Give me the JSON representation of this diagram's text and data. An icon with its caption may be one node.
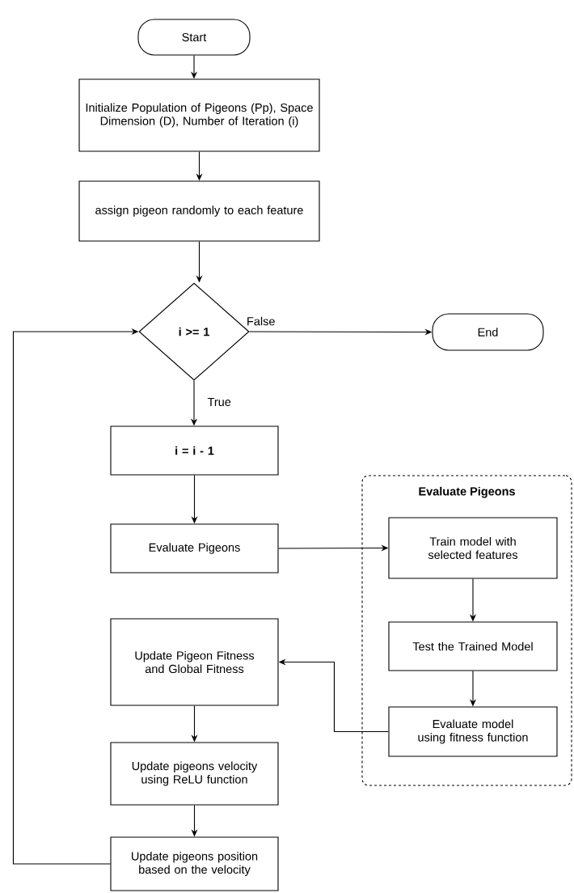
{
  "diagram": {
    "nodes": [
      {
        "text": [
          "Start"
        ]
      },
      {
        "text": [
          "Initialize Population of Pigeons (Pp), Space Dimension (D), Number of Iteration (i)"
        ]
      },
      {
        "text": [
          "assign pigeon randomly to each feature"
        ]
      },
      {
        "text": [
          "i >= 1"
        ]
      },
      {
        "text": [
          "End"
        ]
      },
      {
        "text": [
          "i = i - 1"
        ]
      },
      {
        "text": [
          "Evaluate Pigeons"
        ]
      },
      {
        "text": [
          "Evaluate Pigeons"
        ]
      },
      {
        "text": [
          "Train model with selected features"
        ],
        "in": 7
      },
      {
        "text": [
          "Test the Trained Model"
        ],
        "in": 7
      },
      {
        "text": [
          "Evaluate model using fitness function"
        ],
        "in": 7
      },
      {
        "text": [
          "Update Pigeon Fitness and Global Fitness"
        ]
      },
      {
        "text": [
          "Update pigeons velocity using ReLU function"
        ]
      },
      {
        "text": [
          "Update pigeons position based on the velocity"
        ]
      }
    ],
    "edges": [
      {
        "from": 0,
        "to": 1,
        "arrow": "to"
      },
      {
        "from": 1,
        "to": 2,
        "arrow": "to"
      },
      {
        "from": 2,
        "to": 3,
        "arrow": "to"
      },
      {
        "from": 3,
        "to": 4,
        "arrow": "to",
        "label": "False"
      },
      {
        "from": 3,
        "to": 5,
        "arrow": "to",
        "label": "True"
      },
      {
        "from": 5,
        "to": 6,
        "arrow": "to"
      },
      {
        "from": 6,
        "to": 8,
        "arrow": "to"
      },
      {
        "from": 8,
        "to": 9,
        "arrow": "to"
      },
      {
        "from": 9,
        "to": 10,
        "arrow": "to"
      },
      {
        "from": 10,
        "to": 11,
        "arrow": "to"
      },
      {
        "from": 11,
        "to": 12,
        "arrow": "to"
      },
      {
        "from": 12,
        "to": 13,
        "arrow": "to"
      },
      {
        "from": 13,
        "to": 3,
        "arrow": "to"
      }
    ]
  }
}
